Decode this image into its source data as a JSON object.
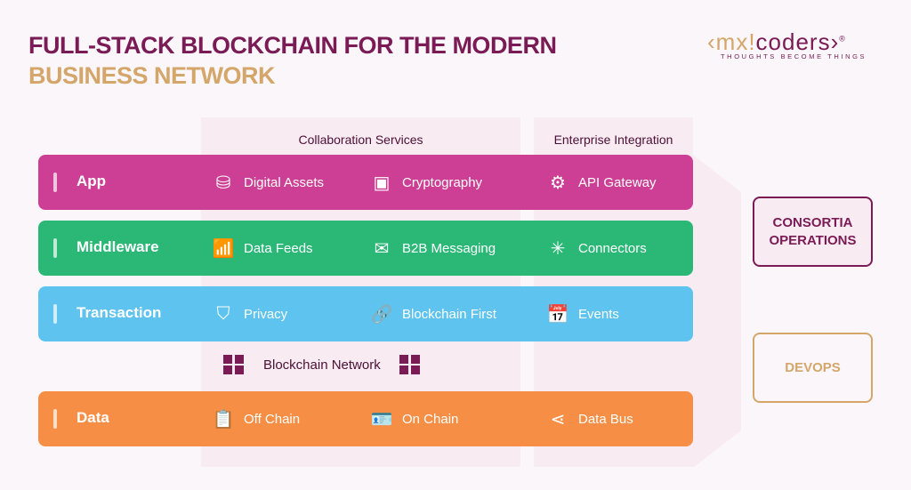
{
  "title": {
    "line1": "FULL-STACK BLOCKCHAIN FOR THE MODERN",
    "line2": "BUSINESS NETWORK"
  },
  "logo": {
    "part1": "‹mx!",
    "part2": "coders›",
    "reg": "®",
    "tagline": "THOUGHTS BECOME THINGS"
  },
  "columns": {
    "collab": "Collaboration Services",
    "enterprise": "Enterprise Integration"
  },
  "rows": [
    {
      "label": "App",
      "color": "#cc3f94",
      "items": [
        "Digital Assets",
        "Cryptography",
        "API Gateway"
      ]
    },
    {
      "label": "Middleware",
      "color": "#2bb877",
      "items": [
        "Data Feeds",
        "B2B Messaging",
        "Connectors"
      ]
    },
    {
      "label": "Transaction",
      "color": "#5ec3ee",
      "items": [
        "Privacy",
        "Blockchain First",
        "Events"
      ]
    },
    {
      "label": "Data",
      "color": "#f68f45",
      "items": [
        "Off Chain",
        "On Chain",
        "Data Bus"
      ]
    }
  ],
  "network": "Blockchain Network",
  "side": {
    "consortia": "CONSORTIA OPERATIONS",
    "devops": "DEVOPS"
  }
}
